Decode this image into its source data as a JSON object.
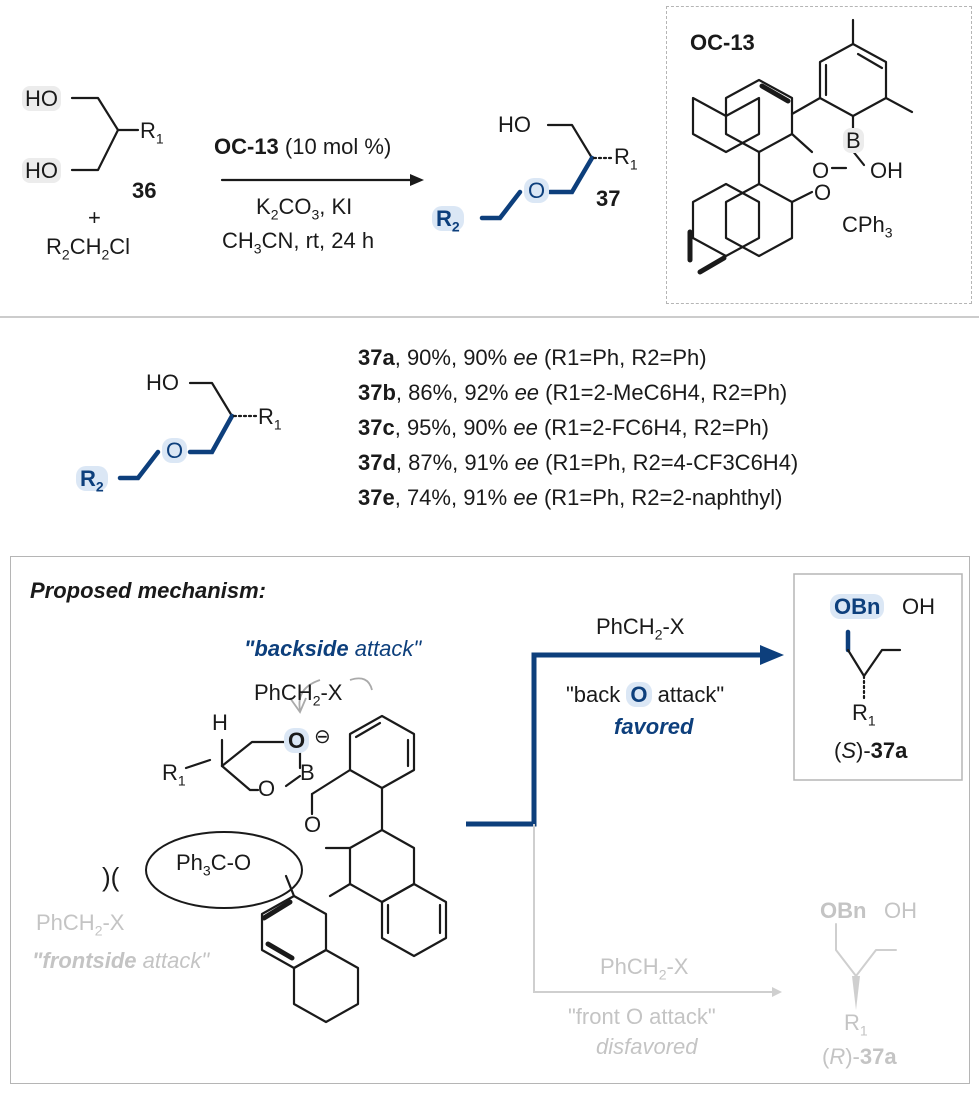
{
  "scheme": {
    "reactant_ho1": "HO",
    "reactant_ho2": "HO",
    "reactant_r": "R",
    "reactant_r_sub": "1",
    "reactant_num": "36",
    "plus": "+",
    "chloride_a": "R",
    "chloride_a_sub": "2",
    "chloride_b": "CH",
    "chloride_b_sub": "2",
    "chloride_c": "Cl",
    "catalyst_name": "OC-13",
    "catalyst_load": " (10 mol %)",
    "cond1_a": "K",
    "cond1_sub": "2",
    "cond1_b": "CO",
    "cond1_sub2": "3",
    "cond1_c": ", KI",
    "cond2_a": "CH",
    "cond2_sub": "3",
    "cond2_b": "CN, rt, 24 h",
    "product_ho": "HO",
    "product_r": "R",
    "product_r_sub": "1",
    "product_o": "O",
    "product_r2": "R",
    "product_r2_sub": "2",
    "product_num": "37"
  },
  "catalyst_box": {
    "title": "OC-13",
    "b": "B",
    "o1": "O",
    "oh": "OH",
    "o2": "O",
    "cph": "CPh",
    "cph_sub": "3"
  },
  "scope": {
    "ho": "HO",
    "r": "R",
    "r_sub": "1",
    "o": "O",
    "r2": "R",
    "r2_sub": "2",
    "entries": [
      {
        "id": "37a",
        "text": ", 90%, 90% ",
        "ee": "ee",
        "cond": " (R1=Ph, R2=Ph)"
      },
      {
        "id": "37b",
        "text": ", 86%, 92% ",
        "ee": "ee",
        "cond": " (R1=2-MeC6H4, R2=Ph)"
      },
      {
        "id": "37c",
        "text": ", 95%, 90% ",
        "ee": "ee",
        "cond": " (R1=2-FC6H4, R2=Ph)"
      },
      {
        "id": "37d",
        "text": ", 87%, 91% ",
        "ee": "ee",
        "cond": " (R1=Ph, R2=4-CF3C6H4)"
      },
      {
        "id": "37e",
        "text": ", 74%, 91% ",
        "ee": "ee",
        "cond": " (R1=Ph, R2=2-naphthyl)"
      }
    ]
  },
  "mechanism": {
    "title": "Proposed mechanism:",
    "backside_a": "\"backside",
    "backside_b": " attack\"",
    "phch2x_top": "PhCH",
    "phch2x_top_sub": "2",
    "phch2x_top_x": "-X",
    "h": "H",
    "r1": "R",
    "r1_sub": "1",
    "o_top": "O",
    "o_ring": "O",
    "b": "B",
    "o_low": "O",
    "charge": "⊖",
    "ph3c": "Ph",
    "ph3c_sub": "3",
    "ph3c_b": "C",
    "ph3c_o": "O",
    "steric": ")(",
    "phch2x_left": "PhCH",
    "phch2x_left_sub": "2",
    "phch2x_left_x": "-X",
    "frontside_a": "\"frontside",
    "frontside_b": " attack\"",
    "upper_reagent": "PhCH",
    "upper_reagent_sub": "2",
    "upper_reagent_x": "-X",
    "upper_label_a": "\"back ",
    "upper_label_o": "O",
    "upper_label_b": " attack\"",
    "upper_label_c": "favored",
    "lower_reagent": "PhCH",
    "lower_reagent_sub": "2",
    "lower_reagent_x": "-X",
    "lower_label_a": "\"front O attack\"",
    "lower_label_b": "disfavored",
    "s_obn": "OBn",
    "s_oh": "OH",
    "s_r": "R",
    "s_r_sub": "1",
    "s_label_a": "(",
    "s_label_s": "S",
    "s_label_b": ")-",
    "s_label_num": "37a",
    "r_obn": "OBn",
    "r_oh": "OH",
    "r_r": "R",
    "r_r_sub": "1",
    "r_label_a": "(",
    "r_label_r": "R",
    "r_label_b": ")-",
    "r_label_num": "37a"
  },
  "colors": {
    "accent": "#0d3f7c",
    "highlight": "#dbe7f5",
    "grey": "#c4c4c4"
  }
}
